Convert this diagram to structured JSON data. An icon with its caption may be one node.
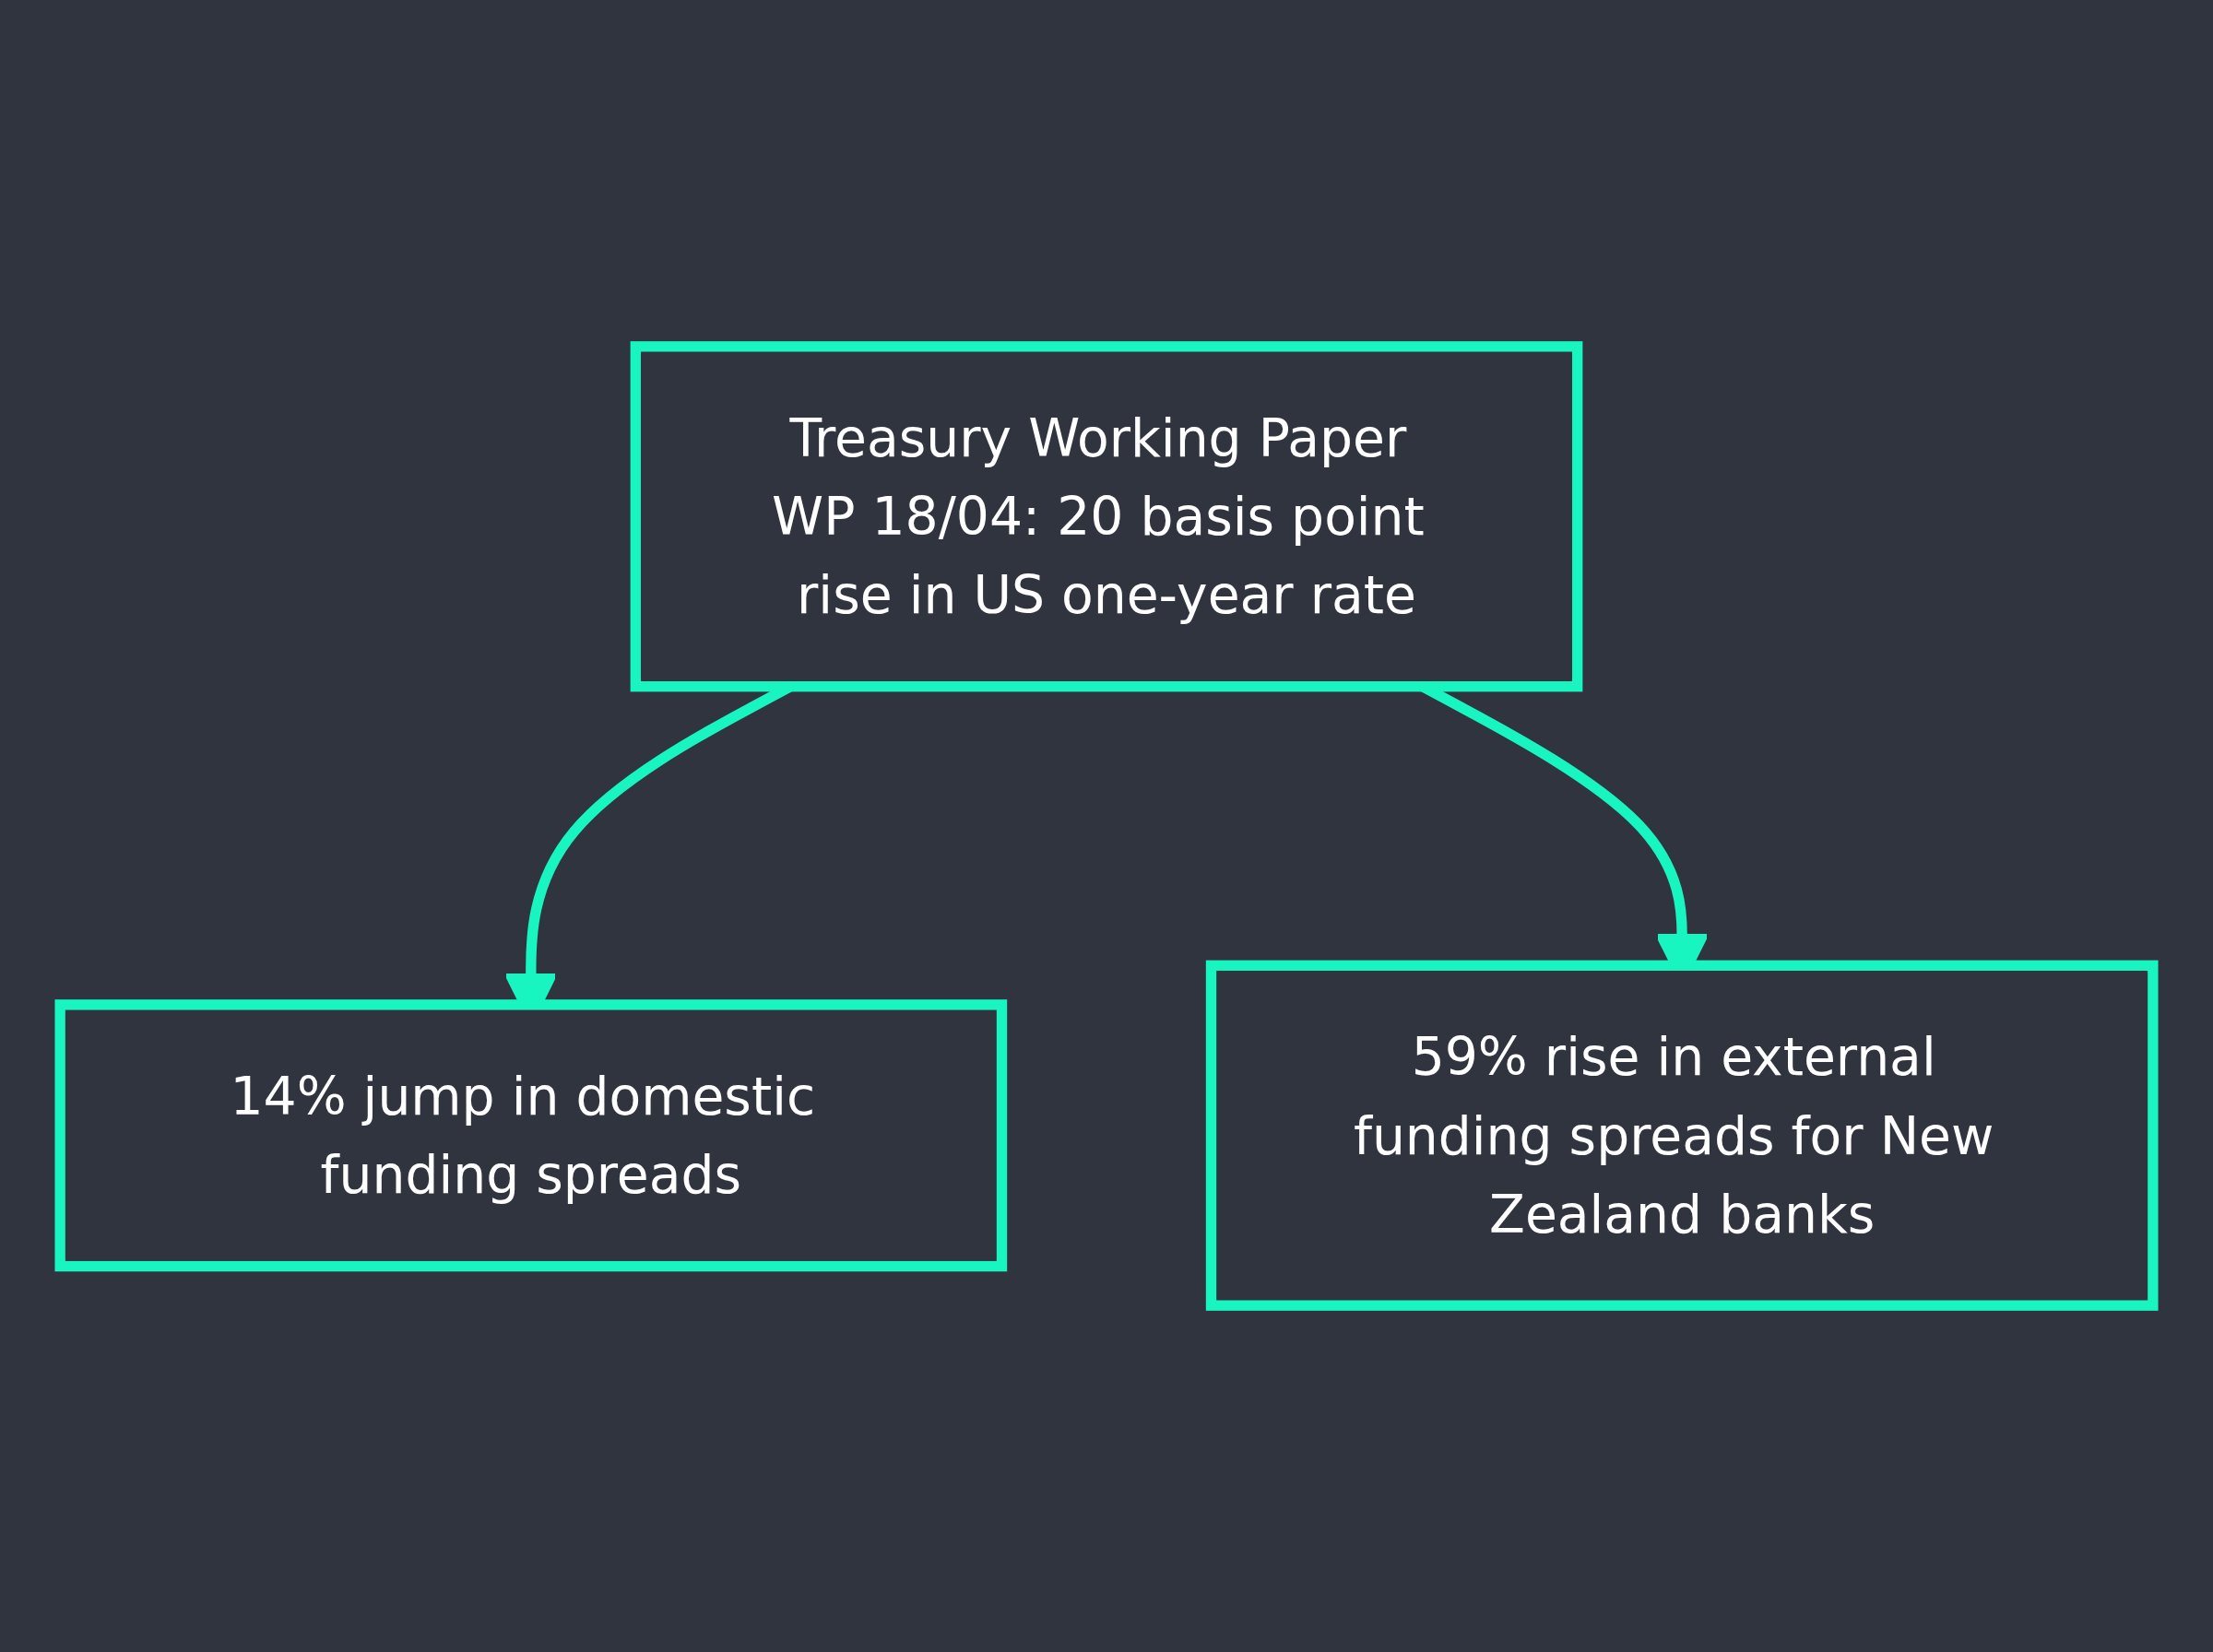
{
  "diagram": {
    "nodes": [
      {
        "text": [
          "Treasury Working Paper WP 18/04: 20 basis point rise in US one-year rate"
        ]
      },
      {
        "text": [
          "14% jump in domestic funding spreads"
        ]
      },
      {
        "text": [
          "59% rise in external funding spreads for New Zealand banks"
        ]
      }
    ],
    "edges": [
      {
        "from": 0,
        "to": 1,
        "arrow": "to"
      },
      {
        "from": 0,
        "to": 2,
        "arrow": "to"
      }
    ]
  }
}
